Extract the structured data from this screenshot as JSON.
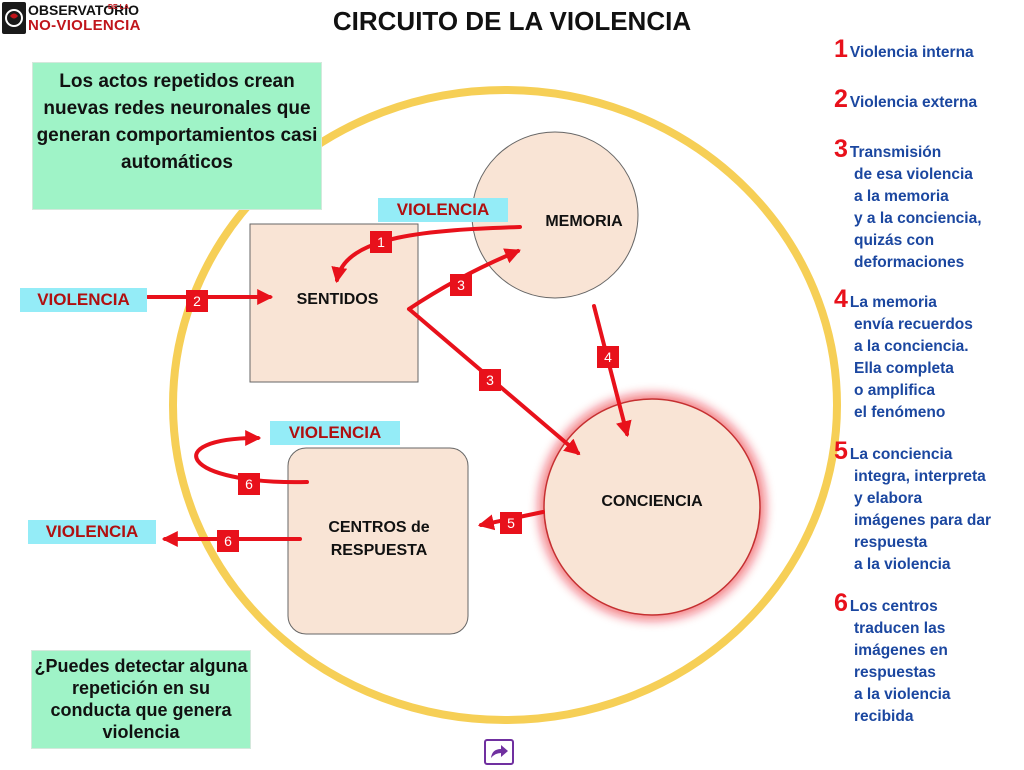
{
  "logo": {
    "line1": "OBSERVATORIO",
    "de": "DE LA",
    "line2": "NO-VIOLENCIA"
  },
  "title": "CIRCUITO DE LA VIOLENCIA",
  "note_top": "Los actos repetidos crean nuevas redes neuronales que generan comportamientos casi automáticos",
  "note_bottom": "¿Puedes detectar alguna repetición en su conducta que genera violencia",
  "nodes": {
    "memoria": "MEMORIA",
    "sentidos": "SENTIDOS",
    "conciencia": "CONCIENCIA",
    "centros_line1": "CENTROS de",
    "centros_line2": "RESPUESTA"
  },
  "tags": {
    "violencia_memoria": "VIOLENCIA",
    "violencia_left": "VIOLENCIA",
    "violencia_centros_top": "VIOLENCIA",
    "violencia_bottom_left": "VIOLENCIA"
  },
  "arrow_numbers": {
    "n1": "1",
    "n2": "2",
    "n3a": "3",
    "n3b": "3",
    "n4": "4",
    "n5": "5",
    "n6a": "6",
    "n6b": "6"
  },
  "legend": [
    {
      "number": "1",
      "first": "Violencia interna",
      "rest": []
    },
    {
      "number": "2",
      "first": "Violencia externa",
      "rest": []
    },
    {
      "number": "3",
      "first": "Transmisión",
      "rest": [
        "de esa violencia",
        "a la memoria",
        "y a la conciencia,",
        "quizás con",
        "deformaciones"
      ]
    },
    {
      "number": "4",
      "first": "La memoria",
      "rest": [
        "envía recuerdos",
        "a la conciencia.",
        "Ella completa",
        "o amplifica",
        "el fenómeno"
      ]
    },
    {
      "number": "5",
      "first": "La conciencia",
      "rest": [
        "integra, interpreta",
        "y elabora",
        "imágenes para dar",
        "respuesta",
        "a la violencia"
      ]
    },
    {
      "number": "6",
      "first": "Los centros",
      "rest": [
        "traducen las",
        "imágenes en",
        "respuestas",
        "a la violencia",
        "recibida"
      ]
    }
  ],
  "colors": {
    "ring": "#f6cf56",
    "node_fill": "#f9e4d5",
    "arrow": "#e8111b",
    "note_bg": "#9ff3c7",
    "tag_bg": "#94ecf7",
    "legend_text": "#1b47a0",
    "legend_number": "#e8111b"
  },
  "icons": {
    "logo": "brain-logo-icon",
    "nav": "share-arrow-icon"
  }
}
